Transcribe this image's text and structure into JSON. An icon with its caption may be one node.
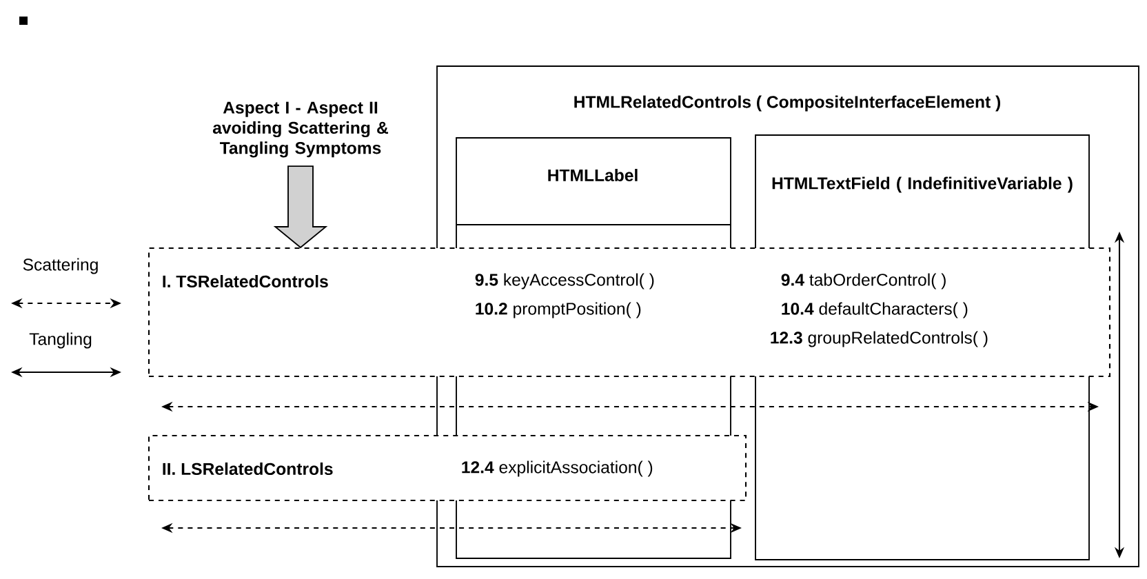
{
  "diagram": {
    "nodes": [
      {
        "text": [
          "Aspect I - Aspect II avoiding Scattering & Tangling Symptoms"
        ]
      },
      {
        "text": [
          "HTMLRelatedControls ( CompositeInterfaceElement )"
        ]
      },
      {
        "text": [
          "HTMLLabel"
        ],
        "in": 1
      },
      {
        "text": [
          "HTMLTextField ( IndefinitiveVariable )"
        ],
        "in": 1
      },
      {
        "text": [
          "I. TSRelatedControls",
          "**9.5** keyAccessControl( )",
          "**10.2** promptPosition( )",
          "**9.4** tabOrderControl( )",
          "**10.4** defaultCharacters( )",
          "**12.3** groupRelatedControls( )"
        ]
      },
      {
        "text": [
          "II. LSRelatedControls",
          "**12.4** explicitAssociation( )"
        ]
      }
    ],
    "edges": [
      {
        "from": 0,
        "to": 4,
        "arrow": "to"
      }
    ],
    "legend": [
      {
        "text": "Scattering"
      },
      {
        "text": "Tangling"
      }
    ]
  }
}
